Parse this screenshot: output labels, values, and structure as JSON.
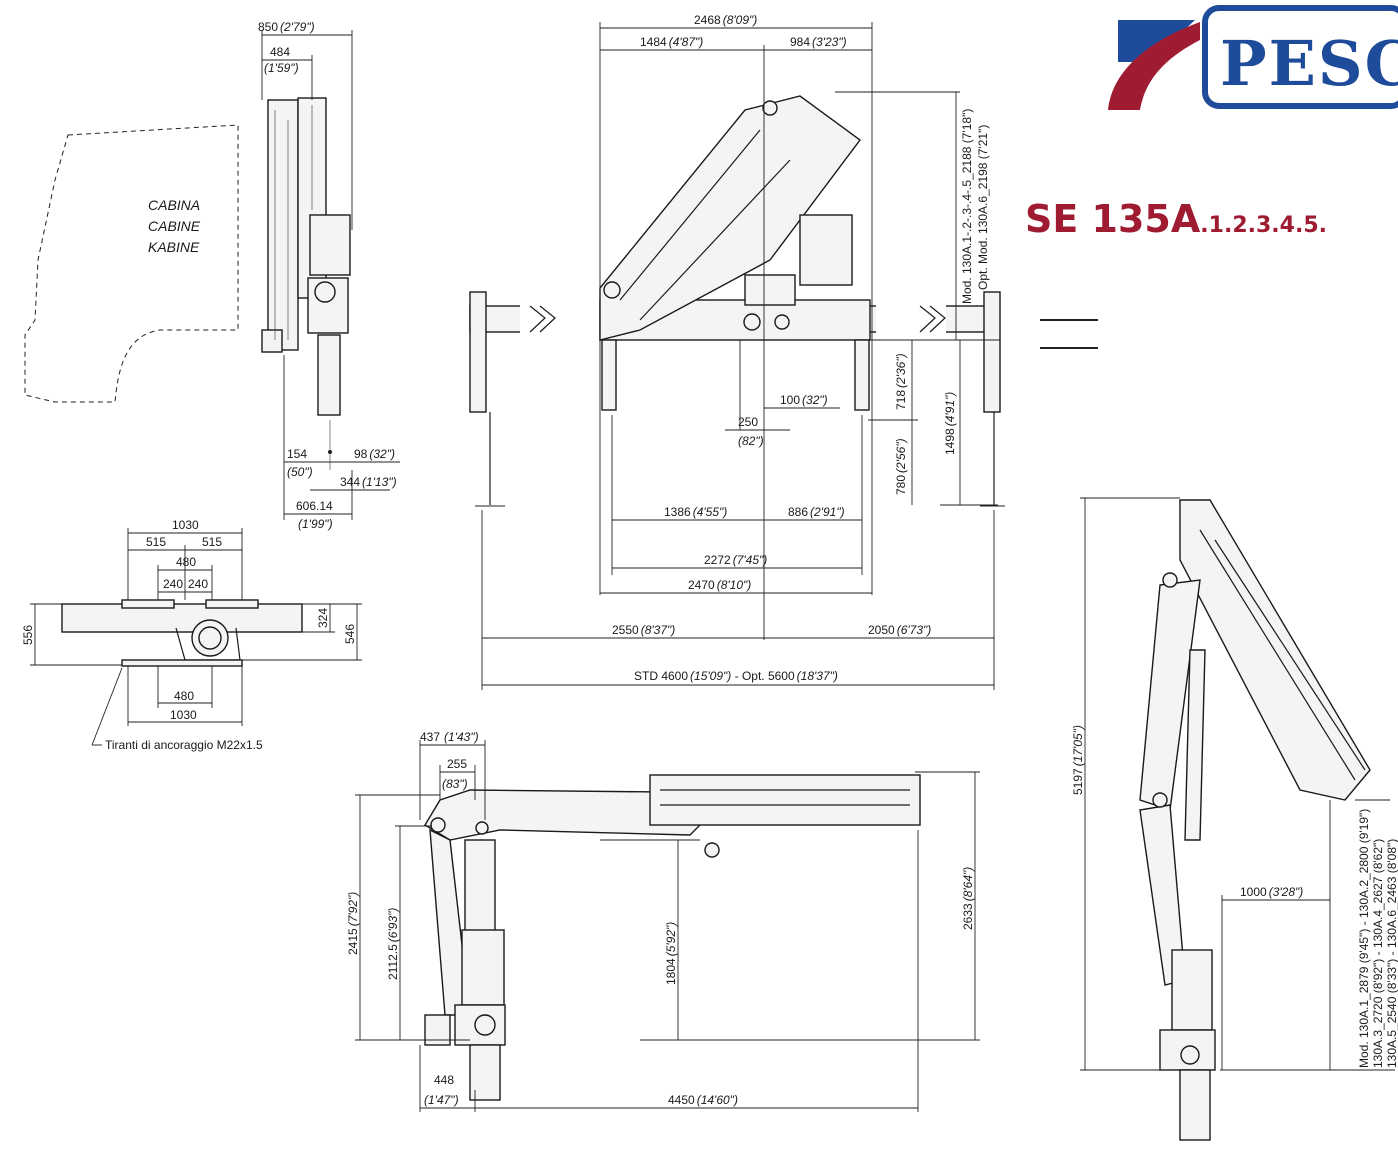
{
  "brand": {
    "name": "PESCI",
    "color_blue": "#1e4c9a",
    "color_red": "#9e1b32"
  },
  "model": {
    "main": "SE 135A",
    "suffix": ".1.2.3.4.5."
  },
  "cab": {
    "line1": "CABINA",
    "line2": "CABINE",
    "line3": "KABINE"
  },
  "side": {
    "w850": "850",
    "w850i": "(2'79\")",
    "w484": "484",
    "w484i": "(1'59\")",
    "d154": "154",
    "d154i": "(50\")",
    "d98": "98",
    "d98i": "(32\")",
    "d344": "344",
    "d344i": "(1'13\")",
    "d606": "606.14",
    "d606i": "(1'99\")"
  },
  "base": {
    "w1030": "1030",
    "w515a": "515",
    "w515b": "515",
    "w480": "480",
    "w240a": "240",
    "w240b": "240",
    "h556": "556",
    "h324": "324",
    "h546": "546",
    "b480": "480",
    "b1030": "1030",
    "note": "Tiranti di ancoraggio M22x1.5"
  },
  "front": {
    "w2468": "2468",
    "w2468i": "(8'09\")",
    "w1484": "1484",
    "w1484i": "(4'87\")",
    "w984": "984",
    "w984i": "(3'23\")",
    "hmod": "Mod. 130A.1-.2-.3-.4-.5_2188 (7'18\")",
    "hopt": "Opt. Mod. 130A.6_2198 (7'21\")",
    "d100": "100",
    "d100i": "(32\")",
    "d250": "250",
    "d250i": "(82\")",
    "h718": "718",
    "h718i": "(2'36\")",
    "h780": "780",
    "h780i": "(2'56\")",
    "h1498": "1498",
    "h1498i": "(4'91\")",
    "w1386": "1386",
    "w1386i": "(4'55\")",
    "w886": "886",
    "w886i": "(2'91\")",
    "w2272": "2272",
    "w2272i": "(7'45\")",
    "w2470": "2470",
    "w2470i": "(8'10\")",
    "w2550": "2550",
    "w2550i": "(8'37\")",
    "w2050": "2050",
    "w2050i": "(6'73\")",
    "std": "STD 4600",
    "stdi": "(15'09\")",
    "opt": " - Opt. 5600",
    "opti": "(18'37\")"
  },
  "ext": {
    "d437": "437",
    "d437i": "(1'43\")",
    "d255": "255",
    "d255i": "(83\")",
    "h2415": "2415",
    "h2415i": "(7'92\")",
    "h2112": "2112.5",
    "h2112i": "(6'93\")",
    "h1804": "1804",
    "h1804i": "(5'92\")",
    "h2633": "2633",
    "h2633i": "(8'64\")",
    "d448": "448",
    "d448i": "(1'47\")",
    "w4450": "4450",
    "w4450i": "(14'60\")"
  },
  "folded": {
    "h5197": "5197",
    "h5197i": "(17'05\")",
    "d1000": "1000",
    "d1000i": "(3'28\")",
    "line1": "Mod. 130A.1_2879 (9'45\") - 130A.2_2800 (9'19\")",
    "line2": "130A.3_2720 (8'92\") - 130A.4_2627 (8'62\")",
    "line3": "130A.5_2540 (8'33\") - 130A.6_2463 (8'08\")"
  }
}
